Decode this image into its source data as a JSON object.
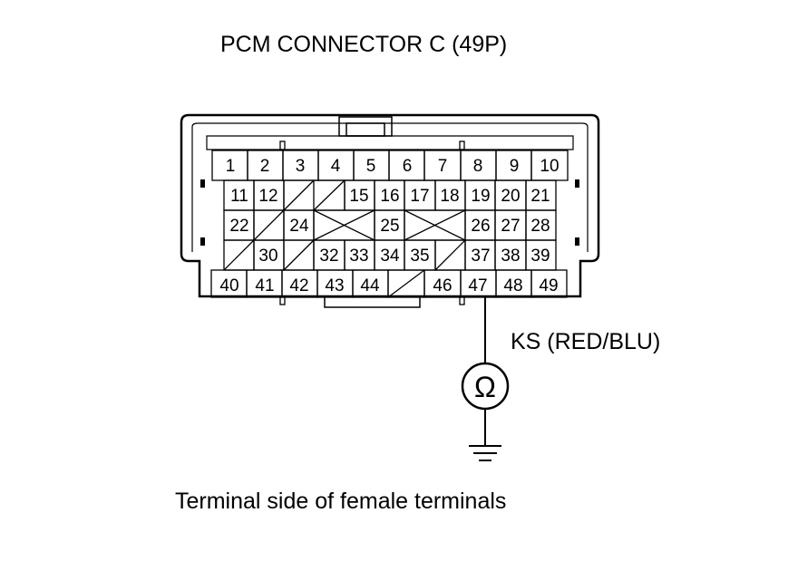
{
  "title": "PCM CONNECTOR C (49P)",
  "caption": "Terminal side of female terminals",
  "probe": {
    "wire_label": "KS (RED/BLU)",
    "meter_symbol": "Ω",
    "meter_icon": "ohmmeter-icon",
    "ground_icon": "ground-icon",
    "terminal": "47"
  },
  "connector": {
    "pin_count": 49,
    "rows": [
      {
        "pins": [
          "1",
          "2",
          "3",
          "4",
          "5",
          "6",
          "7",
          "8",
          "9",
          "10"
        ]
      },
      {
        "pins": [
          "11",
          "12",
          "-",
          "-",
          "15",
          "16",
          "17",
          "18",
          "19",
          "20",
          "21"
        ]
      },
      {
        "pins": [
          "22",
          "-",
          "24",
          "x",
          "25",
          "x",
          "26",
          "27",
          "28"
        ]
      },
      {
        "pins": [
          "-",
          "30",
          "-",
          "32",
          "33",
          "34",
          "35",
          "-",
          "37",
          "38",
          "39"
        ]
      },
      {
        "pins": [
          "40",
          "41",
          "42",
          "43",
          "44",
          "-",
          "46",
          "47",
          "48",
          "49"
        ]
      }
    ]
  }
}
